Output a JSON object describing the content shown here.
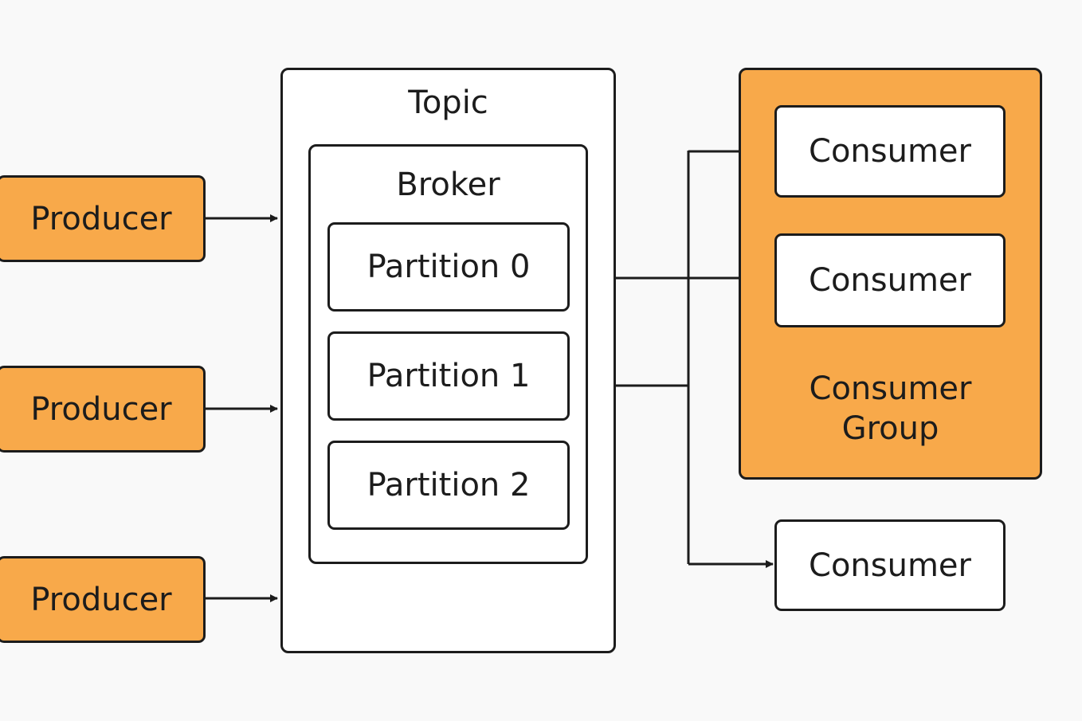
{
  "colors": {
    "accent": "#f8a94a",
    "stroke": "#1c1c1c",
    "box": "#ffffff",
    "background": "#f9f9f9"
  },
  "producers": [
    {
      "label": "Producer"
    },
    {
      "label": "Producer"
    },
    {
      "label": "Producer"
    }
  ],
  "topic": {
    "label": "Topic"
  },
  "broker": {
    "label": "Broker"
  },
  "partitions": [
    {
      "label": "Partition 0"
    },
    {
      "label": "Partition 1"
    },
    {
      "label": "Partition 2"
    }
  ],
  "consumer_group": {
    "label": "Consumer\nGroup",
    "consumers": [
      {
        "label": "Consumer"
      },
      {
        "label": "Consumer"
      }
    ]
  },
  "standalone_consumer": {
    "label": "Consumer"
  }
}
